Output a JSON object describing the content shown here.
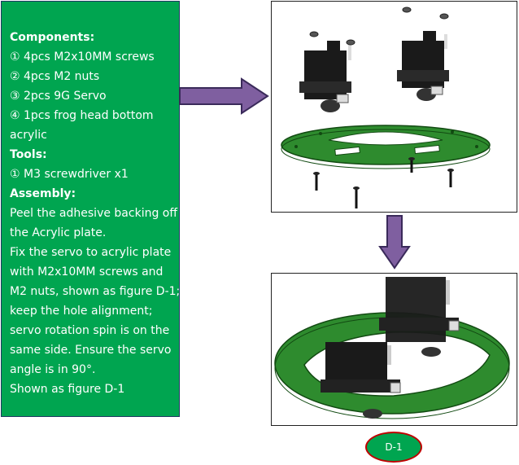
{
  "instructions": {
    "lines": [
      {
        "text": "",
        "bold": false
      },
      {
        "text": "Components:",
        "bold": true
      },
      {
        "text": "① 4pcs M2x10MM screws",
        "bold": false
      },
      {
        "text": "② 4pcs M2 nuts",
        "bold": false
      },
      {
        "text": "③ 2pcs 9G Servo",
        "bold": false
      },
      {
        "text": "④ 1pcs frog head bottom",
        "bold": false
      },
      {
        "text": "acrylic",
        "bold": false
      },
      {
        "text": "Tools:",
        "bold": true
      },
      {
        "text": "① M3 screwdriver x1",
        "bold": false
      },
      {
        "text": "Assembly:",
        "bold": true
      },
      {
        "text": "Peel the adhesive backing off",
        "bold": false
      },
      {
        "text": "the Acrylic plate.",
        "bold": false
      },
      {
        "text": "Fix the servo to acrylic plate",
        "bold": false
      },
      {
        "text": "with M2x10MM screws and",
        "bold": false
      },
      {
        "text": "M2 nuts, shown as figure D-1;",
        "bold": false
      },
      {
        "text": "keep the hole alignment;",
        "bold": false
      },
      {
        "text": "servo rotation spin is on the",
        "bold": false
      },
      {
        "text": "same side. Ensure the servo",
        "bold": false
      },
      {
        "text": "angle is in 90°.",
        "bold": false
      },
      {
        "text": "Shown as figure D-1",
        "bold": false
      }
    ]
  },
  "figure_label": "D-1",
  "colors": {
    "panel_bg": "#00a550",
    "arrow_fill": "#7f5fa0",
    "acrylic_green": "#2e8b2e",
    "servo_black": "#1a1a1a",
    "label_border": "#c00000"
  }
}
